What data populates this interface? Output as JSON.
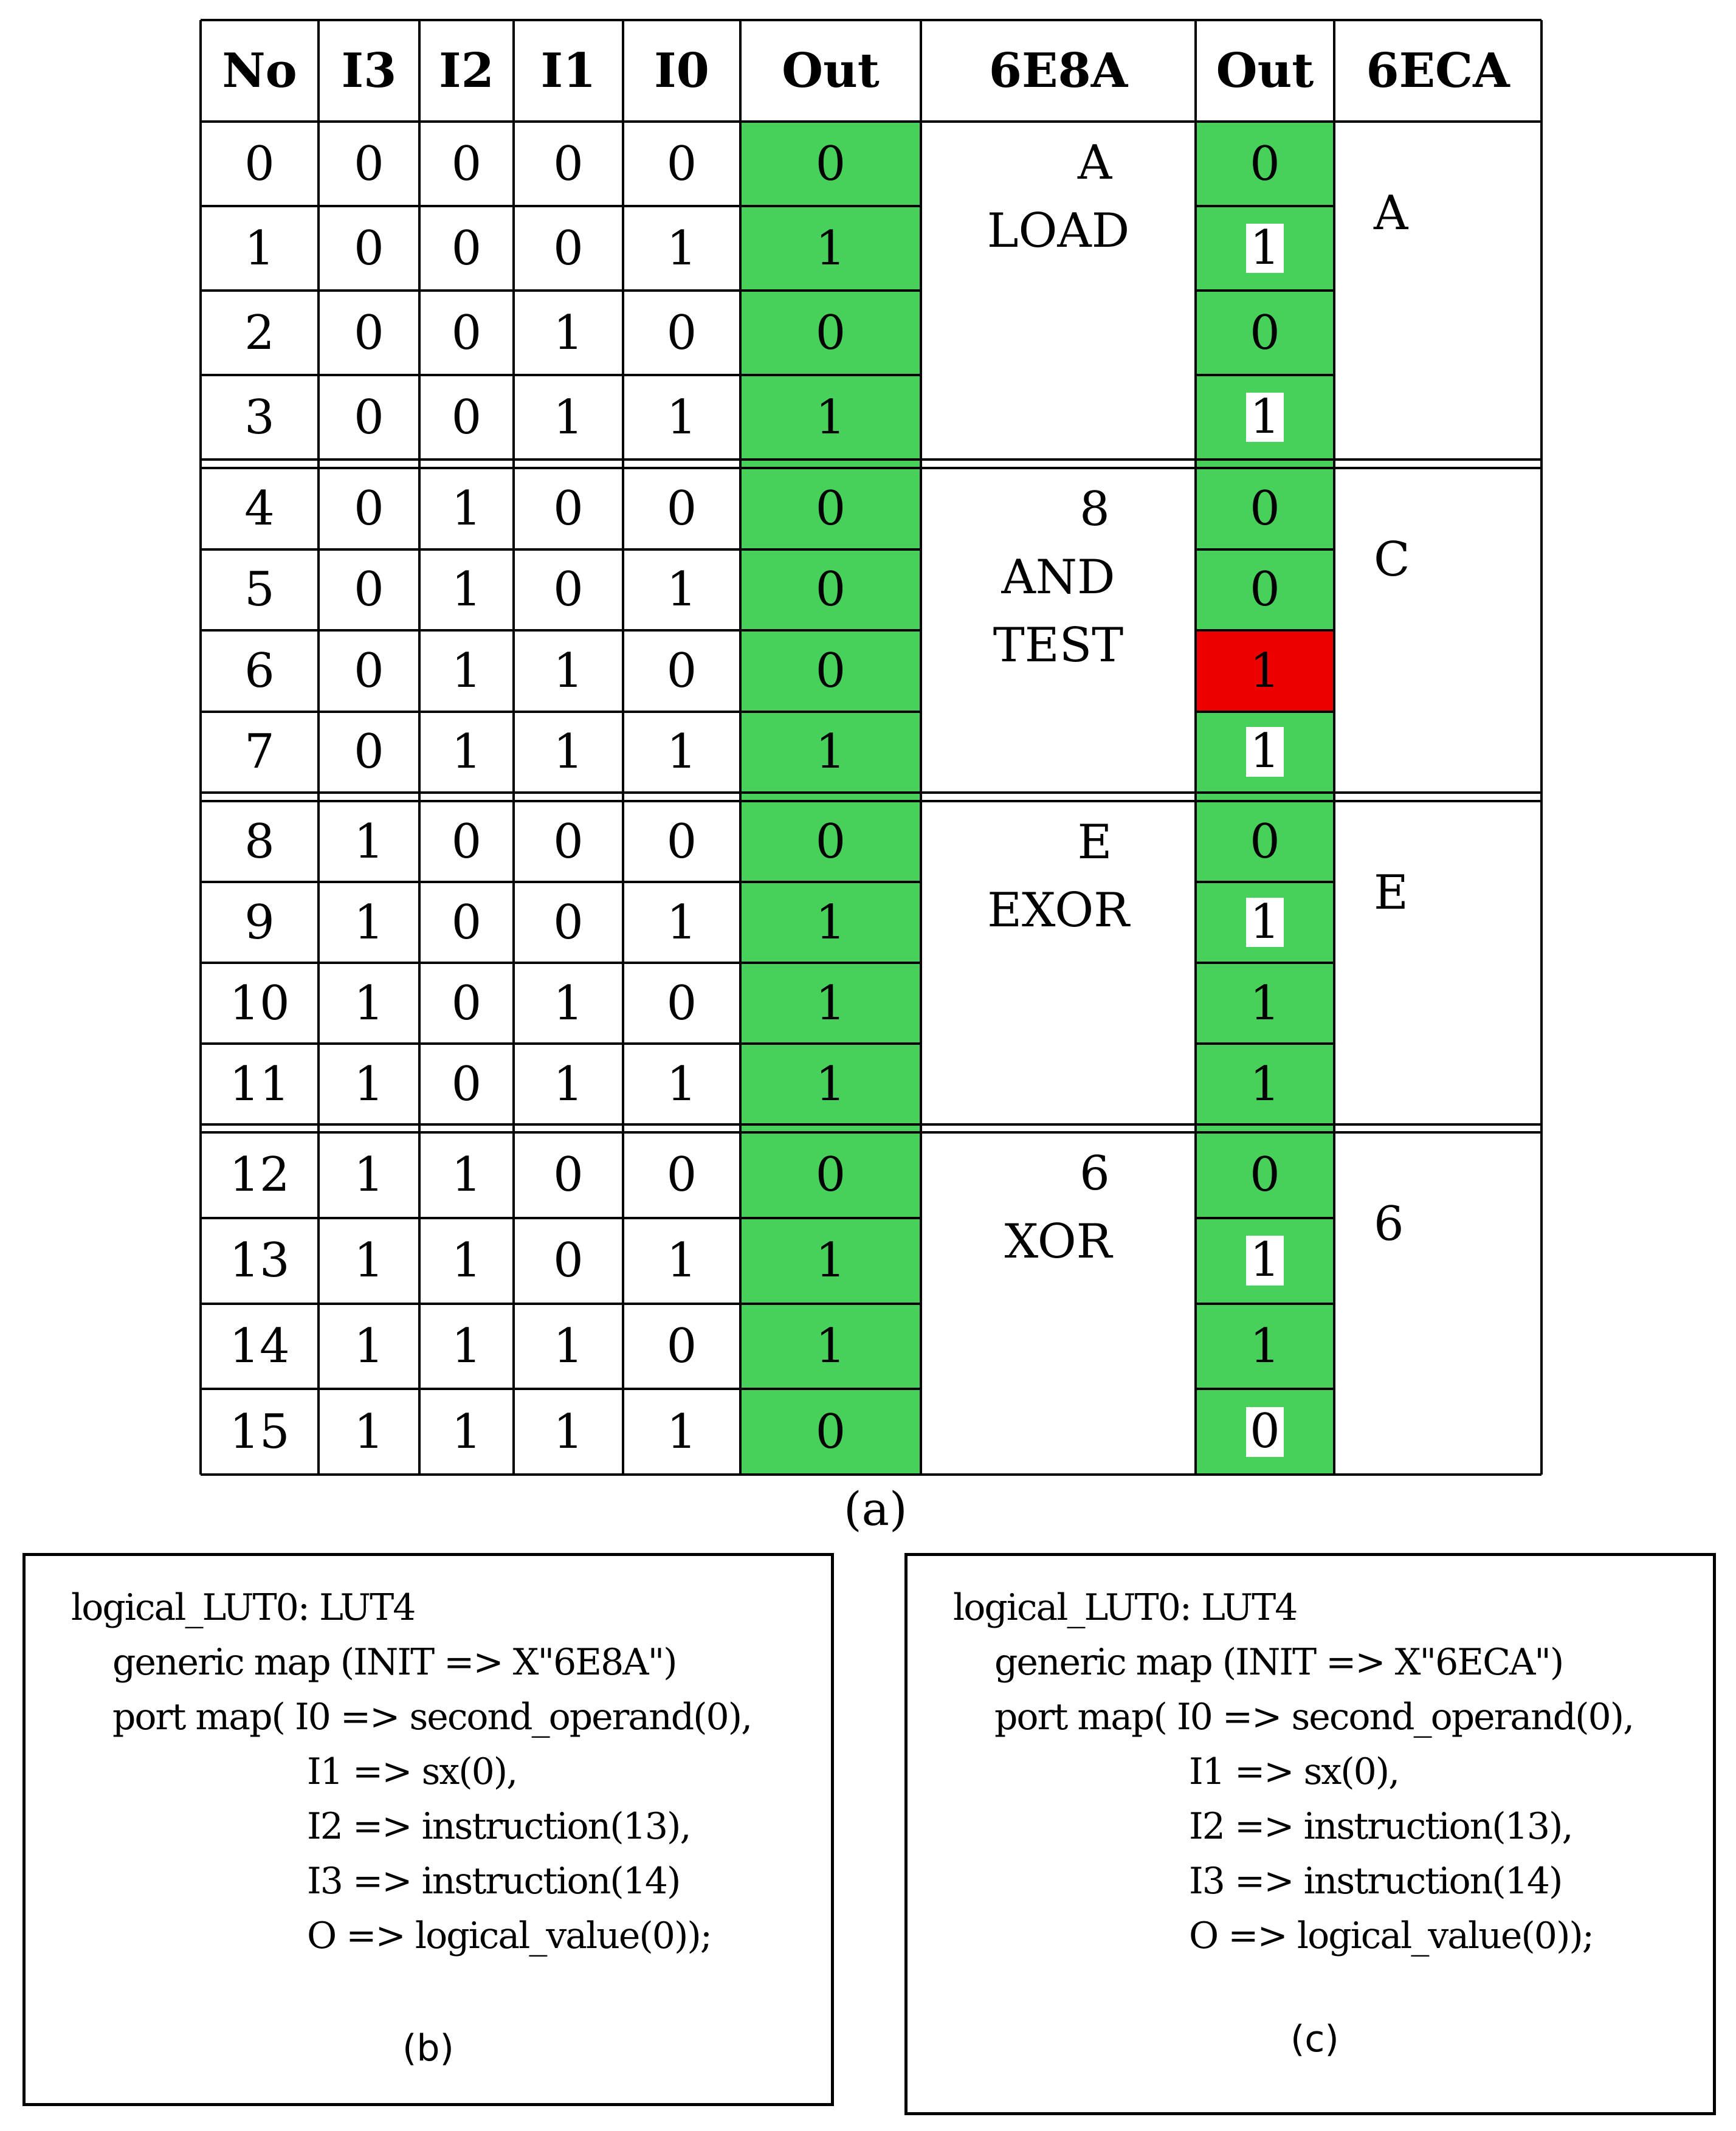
{
  "colors": {
    "green": "#48d15a",
    "red": "#ee0000",
    "grid": "#000000"
  },
  "table": {
    "headers": [
      "No",
      "I3",
      "I2",
      "I1",
      "I0",
      "Out",
      "6E8A",
      "Out",
      "6ECA"
    ],
    "rows": [
      [
        "0",
        "0",
        "0",
        "0",
        "0",
        "0",
        "0"
      ],
      [
        "1",
        "0",
        "0",
        "0",
        "1",
        "1",
        "1"
      ],
      [
        "2",
        "0",
        "0",
        "1",
        "0",
        "0",
        "0"
      ],
      [
        "3",
        "0",
        "0",
        "1",
        "1",
        "1",
        "1"
      ],
      [
        "4",
        "0",
        "1",
        "0",
        "0",
        "0",
        "0"
      ],
      [
        "5",
        "0",
        "1",
        "0",
        "1",
        "0",
        "0"
      ],
      [
        "6",
        "0",
        "1",
        "1",
        "0",
        "0",
        "1"
      ],
      [
        "7",
        "0",
        "1",
        "1",
        "1",
        "1",
        "1"
      ],
      [
        "8",
        "1",
        "0",
        "0",
        "0",
        "0",
        "0"
      ],
      [
        "9",
        "1",
        "0",
        "0",
        "1",
        "1",
        "1"
      ],
      [
        "10",
        "1",
        "0",
        "1",
        "0",
        "1",
        "1"
      ],
      [
        "11",
        "1",
        "0",
        "1",
        "1",
        "1",
        "1"
      ],
      [
        "12",
        "1",
        "1",
        "0",
        "0",
        "0",
        "0"
      ],
      [
        "13",
        "1",
        "1",
        "0",
        "1",
        "1",
        "1"
      ],
      [
        "14",
        "1",
        "1",
        "1",
        "0",
        "1",
        "1"
      ],
      [
        "15",
        "1",
        "1",
        "1",
        "1",
        "0",
        "0"
      ]
    ],
    "highlighted_out2_rows": [
      1,
      3,
      6,
      7,
      9,
      13,
      15
    ],
    "error_row": 6,
    "groups": [
      {
        "hex": "A",
        "ops": [
          "LOAD"
        ],
        "hex2": "A"
      },
      {
        "hex": "8",
        "ops": [
          "AND",
          "TEST"
        ],
        "hex2": "C"
      },
      {
        "hex": "E",
        "ops": [
          "EXOR"
        ],
        "hex2": "E"
      },
      {
        "hex": "6",
        "ops": [
          "XOR"
        ],
        "hex2": "6"
      }
    ],
    "caption": "(a)"
  },
  "code_b": {
    "lines": [
      "logical_LUT0: LUT4",
      "generic map (INIT => X\"6E8A\")",
      "port map( I0 => second_operand(0),",
      "I1 => sx(0),",
      "I2 => instruction(13),",
      "I3 => instruction(14)",
      "O => logical_value(0));"
    ],
    "caption": "(b)"
  },
  "code_c": {
    "lines": [
      "logical_LUT0: LUT4",
      "generic map (INIT => X\"6ECA\")",
      "port map( I0 => second_operand(0),",
      "I1 => sx(0),",
      "I2 => instruction(13),",
      "I3 => instruction(14)",
      "O => logical_value(0));"
    ],
    "caption": "(c)"
  }
}
